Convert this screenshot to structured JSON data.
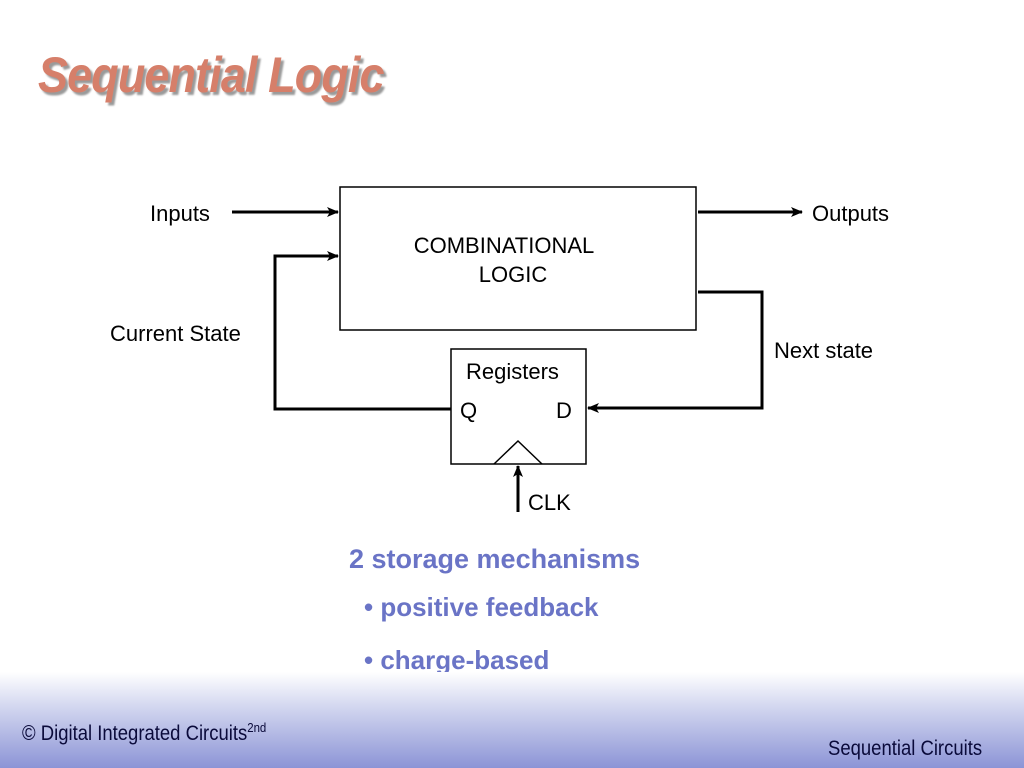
{
  "slide": {
    "title": "Sequential Logic"
  },
  "diagram": {
    "inputs_label": "Inputs",
    "outputs_label": "Outputs",
    "combinational_line1": "COMBINATIONAL",
    "combinational_line2": "LOGIC",
    "current_state_label": "Current State",
    "next_state_label": "Next state",
    "registers_label": "Registers",
    "q_label": "Q",
    "d_label": "D",
    "clk_label": "CLK"
  },
  "storage": {
    "heading": "2 storage mechanisms",
    "items": [
      "• positive feedback",
      "• charge-based"
    ]
  },
  "footer": {
    "left_text": "© Digital Integrated Circuits",
    "left_superscript": "2nd",
    "right_text": "Sequential Circuits"
  },
  "colors": {
    "title": "#d67f6a",
    "accent_text": "#6a74c6",
    "footer_gradient_end": "#8c94d6"
  }
}
